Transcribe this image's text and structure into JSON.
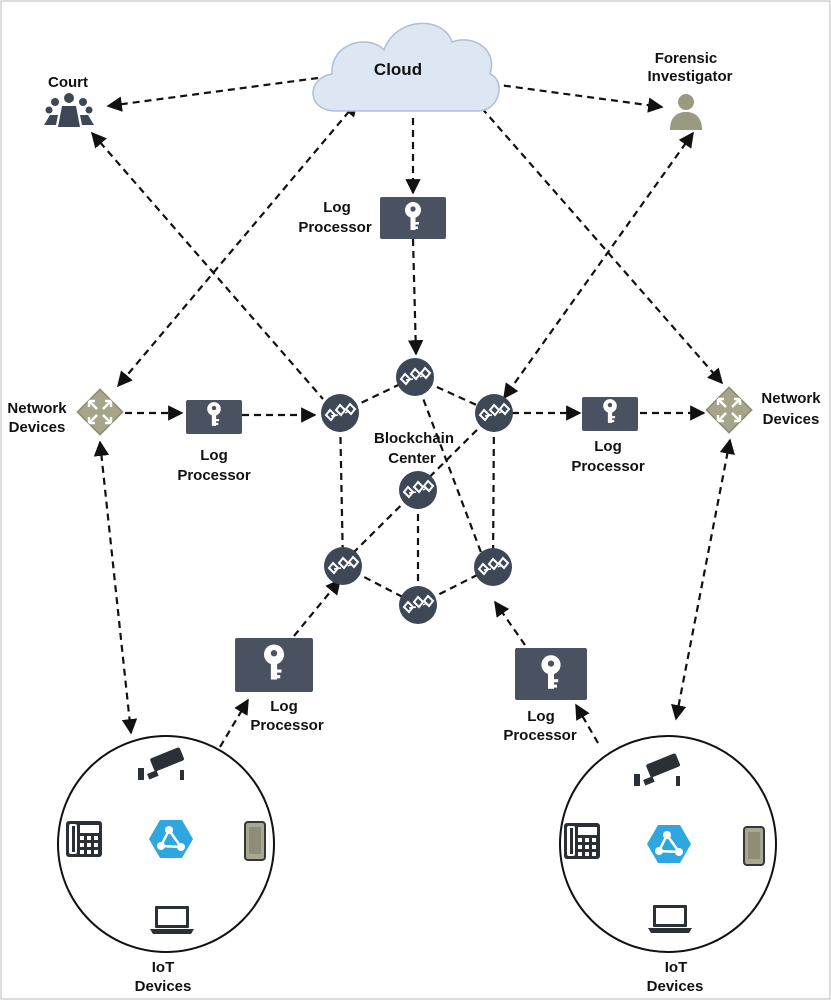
{
  "labels": {
    "cloud": "Cloud",
    "court": "Court",
    "forensic_line1": "Forensic",
    "forensic_line2": "Investigator",
    "network_line1": "Network",
    "network_line2": "Devices",
    "log_line1": "Log",
    "log_line2": "Processor",
    "blockchain_line1": "Blockchain",
    "blockchain_line2": "Center",
    "iot_line1": "IoT",
    "iot_line2": "Devices"
  },
  "colors": {
    "cloud_fill": "#dde7f3",
    "cloud_stroke": "#aebfd6",
    "processor_fill": "#4a5160",
    "node_fill": "#3e4756",
    "network_device_fill": "#a6a58a",
    "court_icon": "#3e4756",
    "investigator_icon": "#9a9a80",
    "iot_hub": "#2ea7e0",
    "dashed_line": "#111111"
  },
  "icons": {
    "court": "people-meeting-icon",
    "investigator": "user-icon",
    "network_device": "router-icon",
    "log_processor": "key-icon",
    "blockchain_node": "blockchain-node-icon",
    "camera": "security-camera-icon",
    "phone": "desk-phone-icon",
    "hub": "iot-hub-icon",
    "tablet": "tablet-icon",
    "laptop": "laptop-icon"
  }
}
